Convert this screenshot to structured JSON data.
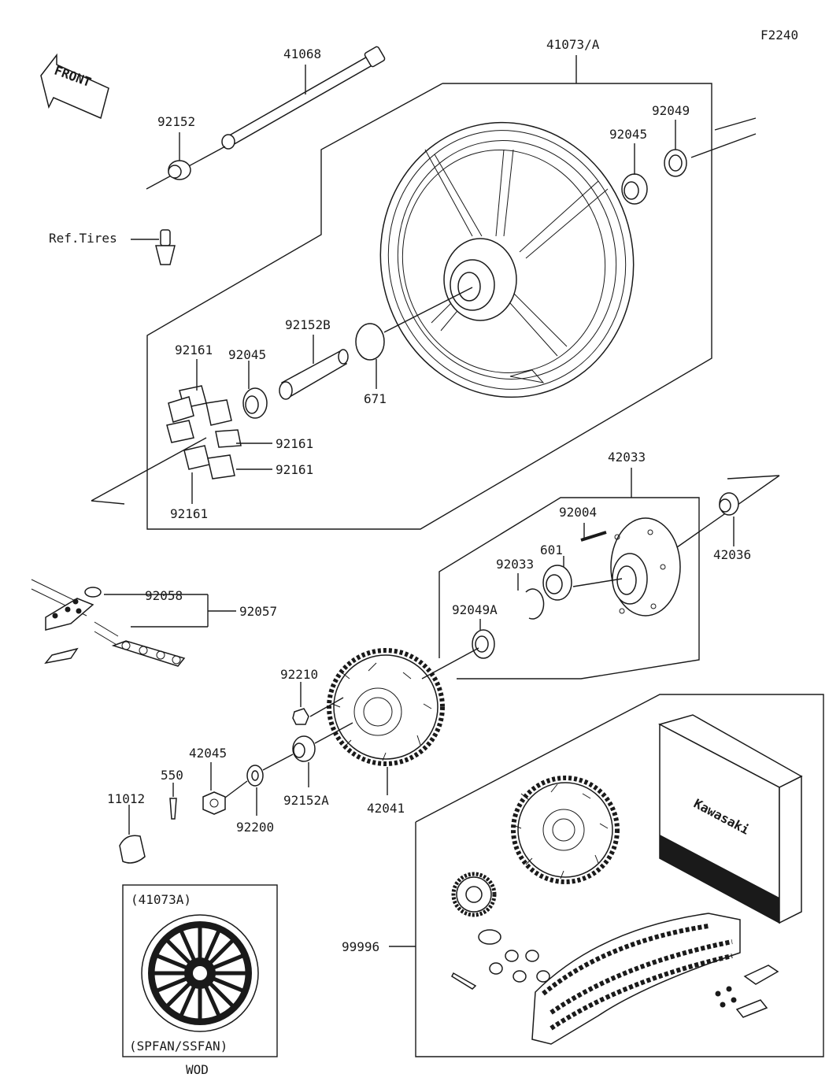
{
  "figure_code": "F2240",
  "front_arrow": "FRONT",
  "callouts": {
    "axle": "41068",
    "wheel": "41073/A",
    "collar_left": "92152",
    "valve": "Ref.Tires",
    "bearing_right": "92045",
    "seal_right": "92049",
    "collar_center": "92152B",
    "bearing_left": "92045",
    "oring": "671",
    "damper_top": "92161",
    "damper_mid": "92161",
    "damper_low": "92161",
    "damper_bottom": "92161",
    "coupling": "42033",
    "stud": "92004",
    "coupling_bearing": "601",
    "coupling_collar": "42036",
    "circlip": "92033",
    "coupling_seal": "92049A",
    "chain_link": "92058",
    "chain": "92057",
    "sprocket_nut": "92210",
    "sprocket": "42041",
    "collar_rear": "92152A",
    "axle_nut": "42045",
    "cotter_pin": "550",
    "cap": "11012",
    "washer": "92200",
    "kit": "99996"
  },
  "inset": {
    "top_label": "(41073A)",
    "bottom_label": "(SPFAN/SSFAN)",
    "caption": "WOD"
  },
  "kit_box_brand": "Kawasaki",
  "colors": {
    "line": "#1a1a1a",
    "background": "#ffffff"
  }
}
